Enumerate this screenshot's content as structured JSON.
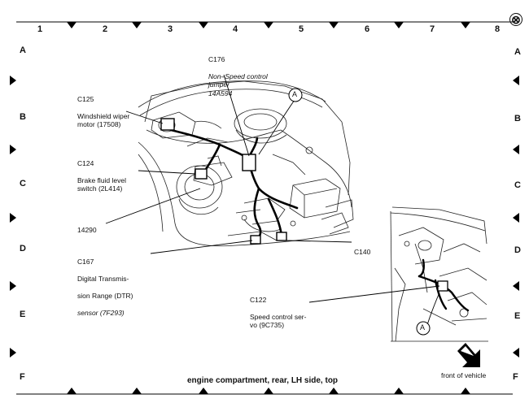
{
  "grid": {
    "columns": [
      "1",
      "2",
      "3",
      "4",
      "5",
      "6",
      "7",
      "8"
    ],
    "rows": [
      "A",
      "B",
      "C",
      "D",
      "E",
      "F"
    ]
  },
  "callouts": {
    "c176": {
      "id": "C176",
      "lines": "Non–Speed control\njumper\n14A594"
    },
    "c125": {
      "id": "C125",
      "lines": "Windshield wiper\nmotor (17508)"
    },
    "c124": {
      "id": "C124",
      "lines": "Brake fluid level\nswitch (2L414)"
    },
    "n14290": {
      "id": "14290"
    },
    "c167": {
      "id": "C167",
      "line1": "Digital Transmis-",
      "line2": "sion Range (DTR)",
      "line3": "sensor (7F293)"
    },
    "c140": {
      "id": "C140"
    },
    "c122": {
      "id": "C122",
      "lines": "Speed control ser-\nvo (9C735)"
    }
  },
  "markers": {
    "a_top": "A",
    "a_bottom": "A"
  },
  "caption": "engine compartment, rear, LH side, top",
  "front_label": "front of vehicle",
  "close_icon": "⊗"
}
